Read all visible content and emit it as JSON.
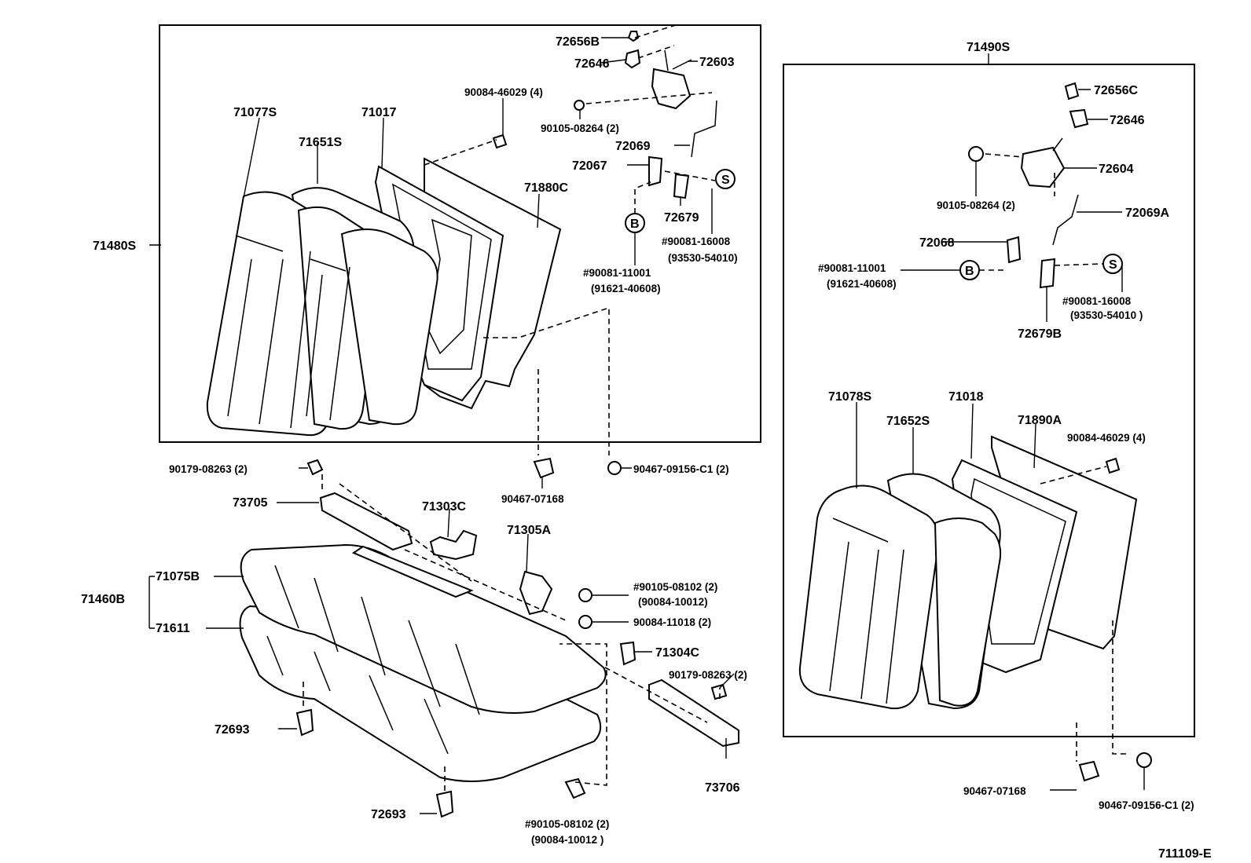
{
  "diagram_id": "711109-E",
  "markers": {
    "b": "B",
    "s": "S"
  },
  "left_back": {
    "assembly": "71480S",
    "cover": "71077S",
    "pad": "71651S",
    "frame": "71017",
    "board": "71880C",
    "bolt_top": "90084-46029 (4)",
    "lock_button": "72656B",
    "bezel": "72646",
    "lock": "72603",
    "lock_screw": "90105-08264 (2)",
    "cable": "72069",
    "striker": "72067",
    "hook": "72679",
    "s_part": "#90081-16008",
    "s_part_alt": "(93530-54010)",
    "b_part": "#90081-11001",
    "b_part_alt": "(91621-40608)"
  },
  "left_lower": {
    "hinge_bolt": "90179-08263 (2)",
    "nut_center": "90467-07168",
    "clip_right": "90467-09156-C1 (2)"
  },
  "cushion": {
    "hinge_left": "73705",
    "bracket_a": "71303C",
    "bracket_b": "71305A",
    "assembly": "71460B",
    "cover": "71075B",
    "pad": "71611",
    "bolt_a": "#90105-08102 (2)",
    "bolt_a_alt": "(90084-10012)",
    "bolt_b": "90084-11018 (2)",
    "bracket_c": "71304C",
    "hinge_bolt_r": "90179-08263 (2)",
    "hinge_right": "73706",
    "stopper_1": "72693",
    "stopper_2": "72693",
    "bolt_bottom": "#90105-08102 (2)",
    "bolt_bottom_alt": "(90084-10012 )"
  },
  "right_back": {
    "assembly": "71490S",
    "lock_button": "72656C",
    "bezel": "72646",
    "lock": "72604",
    "lock_screw": "90105-08264 (2)",
    "cable": "72069A",
    "striker": "72068",
    "b_part": "#90081-11001",
    "b_part_alt": "(91621-40608)",
    "s_part": "#90081-16008",
    "s_part_alt": "(93530-54010 )",
    "hook": "72679B",
    "cover": "71078S",
    "pad": "71652S",
    "frame": "71018",
    "board": "71890A",
    "bolt_top": "90084-46029 (4)",
    "nut": "90467-07168",
    "clip": "90467-09156-C1 (2)"
  }
}
